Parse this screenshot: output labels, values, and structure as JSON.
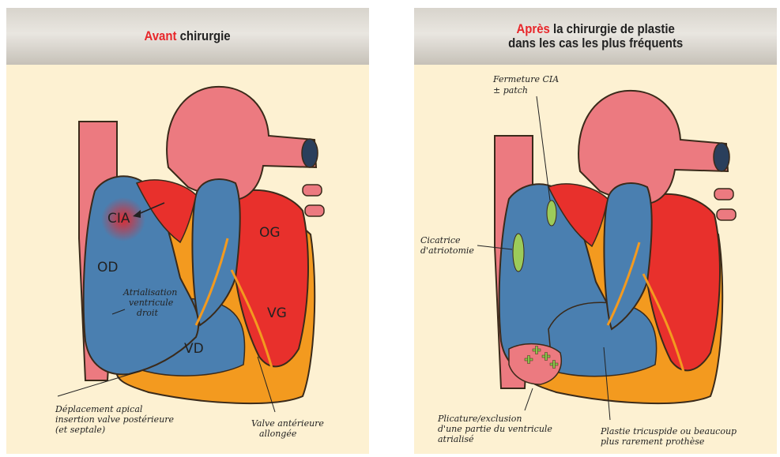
{
  "panels": [
    {
      "title_highlight": "Avant",
      "title_rest": " chirurgie",
      "labels": {
        "cia": "CIA",
        "od": "OD",
        "og": "OG",
        "vg": "VG",
        "vd": "VD"
      },
      "annotations": {
        "atrialisation": [
          "Atrialisation",
          "ventricule",
          "droit"
        ],
        "deplacement": [
          "Déplacement apical",
          "insertion valve postérieure",
          "(et septale)"
        ],
        "valve": [
          "Valve antérieure",
          "allongée"
        ]
      }
    },
    {
      "title_highlight": "Après",
      "title_rest_line1": " la chirurgie de plastie",
      "title_line2": "dans les cas les plus fréquents",
      "annotations": {
        "fermeture": [
          "Fermeture CIA",
          "± patch"
        ],
        "cicatrice": [
          "Cicatrice",
          "d'atriotomie"
        ],
        "plicature": [
          "Plicature/exclusion",
          "d'une partie du ventricule",
          "atrialisé"
        ],
        "plastie": [
          "Plastie tricuspide ou beaucoup",
          "plus rarement prothèse"
        ]
      }
    }
  ],
  "colors": {
    "accent_red": "#e8262a",
    "background": "#fdf1d2",
    "pink": "#ec7a80",
    "blue": "#4a7fb0",
    "red": "#e8302c",
    "orange": "#f39a1f"
  }
}
